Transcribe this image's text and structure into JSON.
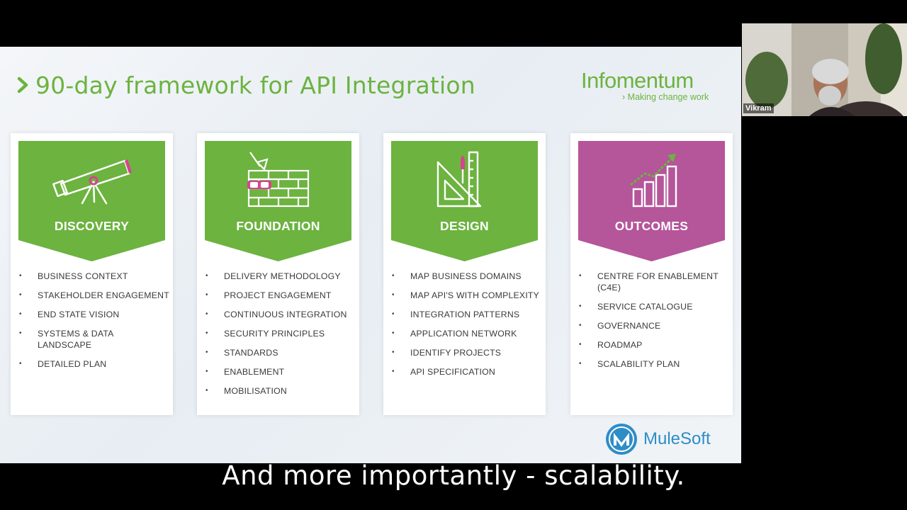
{
  "slide": {
    "title": "90-day framework for API Integration",
    "brand": {
      "name": "Infomentum",
      "tagline": "Making change work"
    },
    "footer_logo": "MuleSoft",
    "cards": [
      {
        "label": "DISCOVERY",
        "color": "#6cb33f",
        "icon": "telescope-icon",
        "items": [
          "BUSINESS CONTEXT",
          "STAKEHOLDER ENGAGEMENT",
          "END STATE VISION",
          "SYSTEMS & DATA LANDSCAPE",
          "DETAILED PLAN"
        ]
      },
      {
        "label": "FOUNDATION",
        "color": "#6cb33f",
        "icon": "brick-wall-icon",
        "items": [
          "DELIVERY METHODOLOGY",
          "PROJECT ENGAGEMENT",
          "CONTINUOUS INTEGRATION",
          "SECURITY PRINCIPLES",
          "STANDARDS",
          "ENABLEMENT",
          "MOBILISATION"
        ]
      },
      {
        "label": "DESIGN",
        "color": "#6cb33f",
        "icon": "set-square-ruler-icon",
        "items": [
          "MAP BUSINESS DOMAINS",
          "MAP API'S WITH COMPLEXITY",
          "INTEGRATION PATTERNS",
          "APPLICATION NETWORK",
          "IDENTIFY PROJECTS",
          "API SPECIFICATION"
        ]
      },
      {
        "label": "OUTCOMES",
        "color": "#b5559a",
        "icon": "growth-chart-icon",
        "items": [
          "CENTRE FOR ENABLEMENT (C4E)",
          "SERVICE CATALOGUE",
          "GOVERNANCE",
          "ROADMAP",
          "SCALABILITY PLAN"
        ]
      }
    ]
  },
  "camera": {
    "participant": "Vikram"
  },
  "caption": "And more importantly - scalability."
}
